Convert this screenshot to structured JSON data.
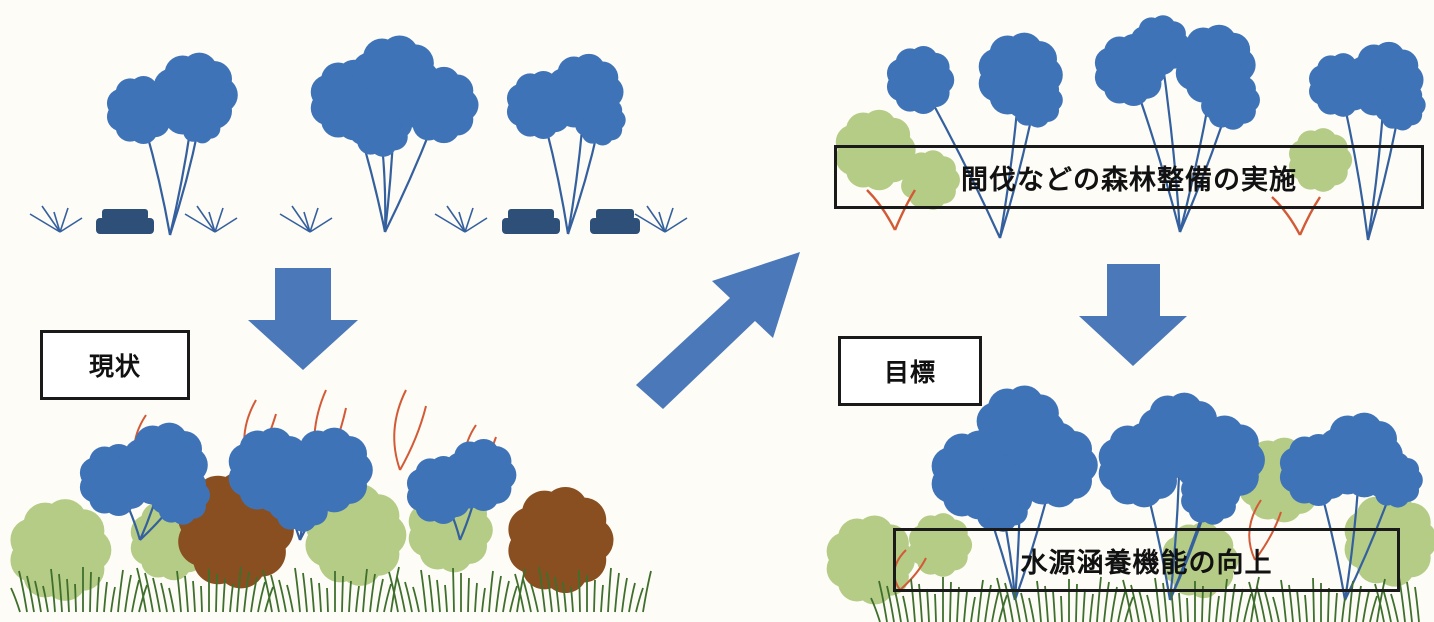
{
  "labels": {
    "current": "現状",
    "action": "間伐などの森林整備の実施",
    "goal": "目標",
    "result": "水源涵養機能の向上"
  },
  "colors": {
    "tree_blue": "#3f73b8",
    "trunk_blue": "#35609e",
    "arrow_blue": "#4a78b9",
    "grass_green": "#3f6f2d",
    "shrub_light": "#b5cc86",
    "shrub_brown": "#8a4f20",
    "branch_red": "#d35a36",
    "stump_dark": "#2e4f78"
  },
  "icons": [
    "tree-icon",
    "stump-icon",
    "shrub-icon",
    "grass-icon",
    "arrow-icon"
  ]
}
